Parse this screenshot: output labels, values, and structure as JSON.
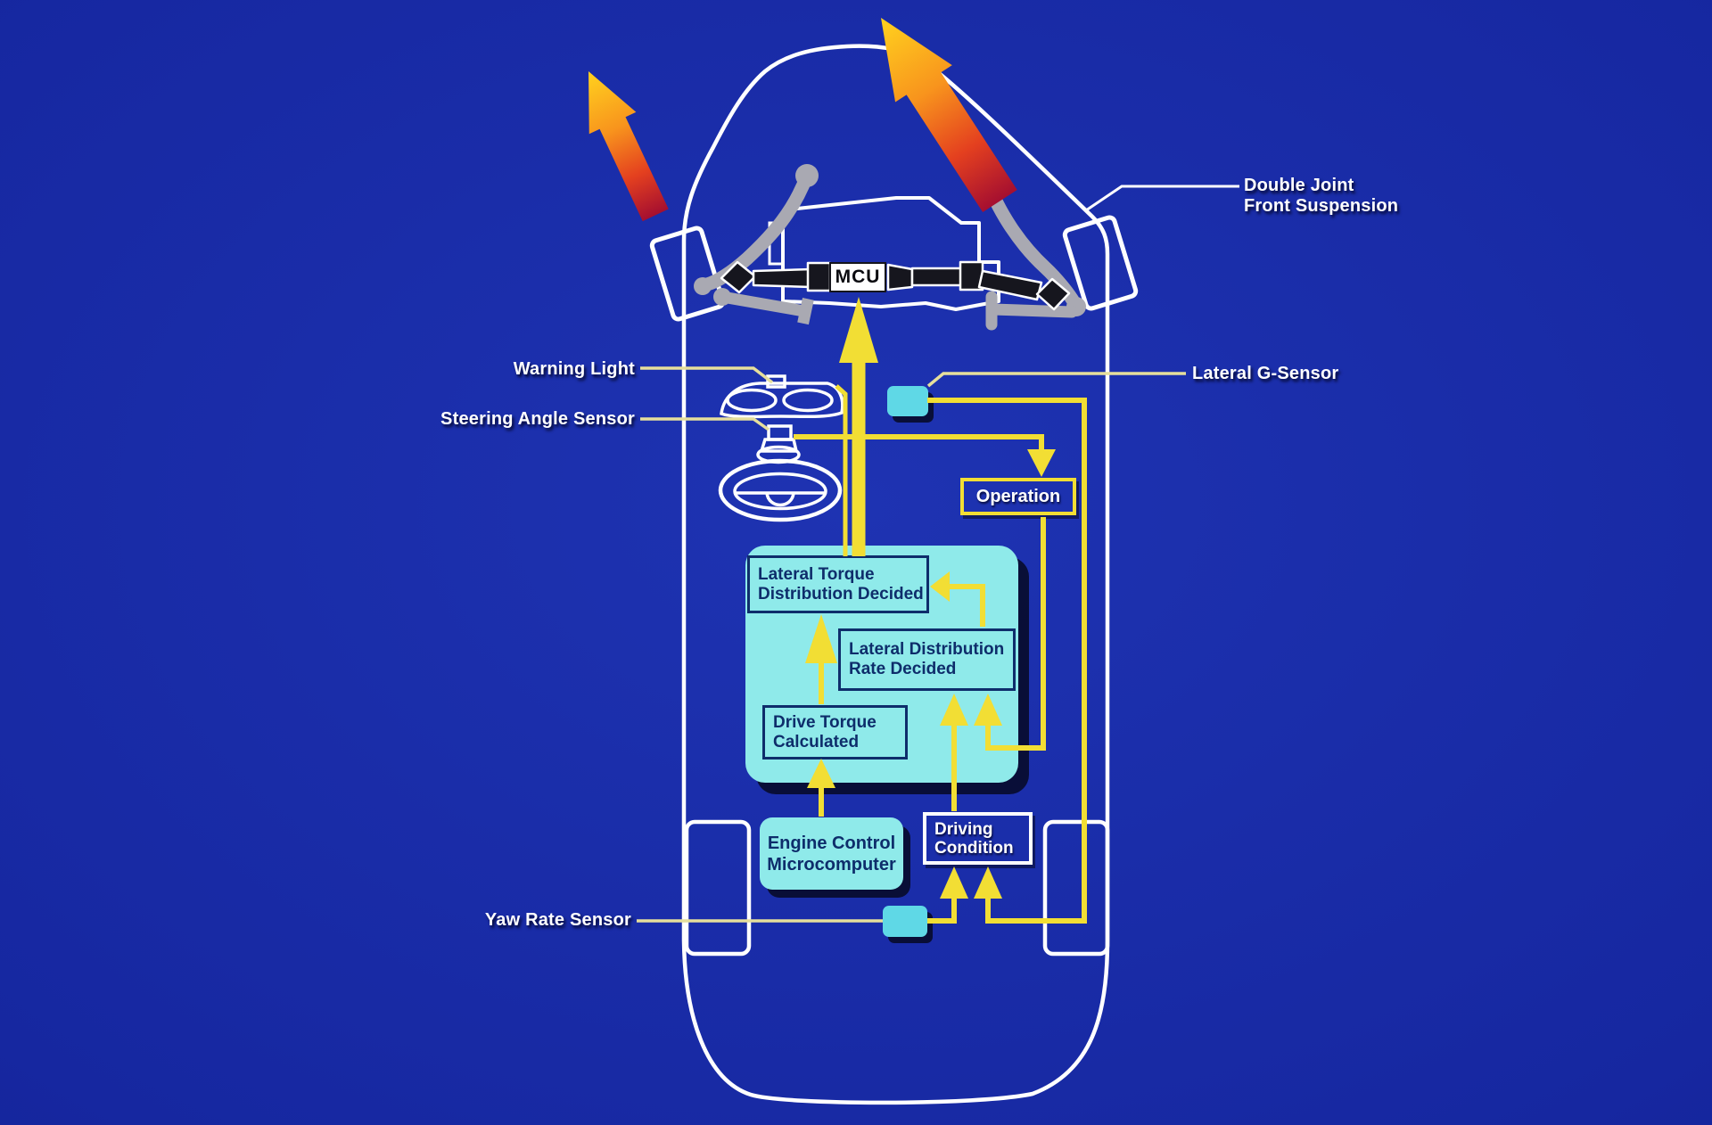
{
  "colors": {
    "background": "#1627a0",
    "flow_yellow": "#f2de34",
    "leader_yellow": "#e6df9c",
    "panel_cyan": "#8feaea",
    "sensor_cyan": "#5fd8e6",
    "navy_text": "#0e2d6b",
    "car_outline_white": "#ffffff",
    "suspension_gray": "#a9a9b2",
    "axle_dark": "#16161e",
    "arrow_tip": "#ffd21e",
    "arrow_base": "#a50f30"
  },
  "labels": {
    "double_joint_line1": "Double Joint",
    "double_joint_line2": "Front Suspension",
    "warning_light": "Warning Light",
    "steering_angle_sensor": "Steering Angle Sensor",
    "lateral_g_sensor": "Lateral G-Sensor",
    "yaw_rate_sensor": "Yaw Rate Sensor"
  },
  "components": {
    "mcu": "MCU",
    "operation": "Operation",
    "driving_condition_line1": "Driving",
    "driving_condition_line2": "Condition",
    "engine_control_line1": "Engine Control",
    "engine_control_line2": "Microcomputer"
  },
  "flow": {
    "lateral_torque_line1": "Lateral Torque",
    "lateral_torque_line2": "Distribution Decided",
    "lateral_rate_line1": "Lateral Distribution",
    "lateral_rate_line2": "Rate Decided",
    "drive_torque_line1": "Drive Torque",
    "drive_torque_line2": "Calculated"
  }
}
